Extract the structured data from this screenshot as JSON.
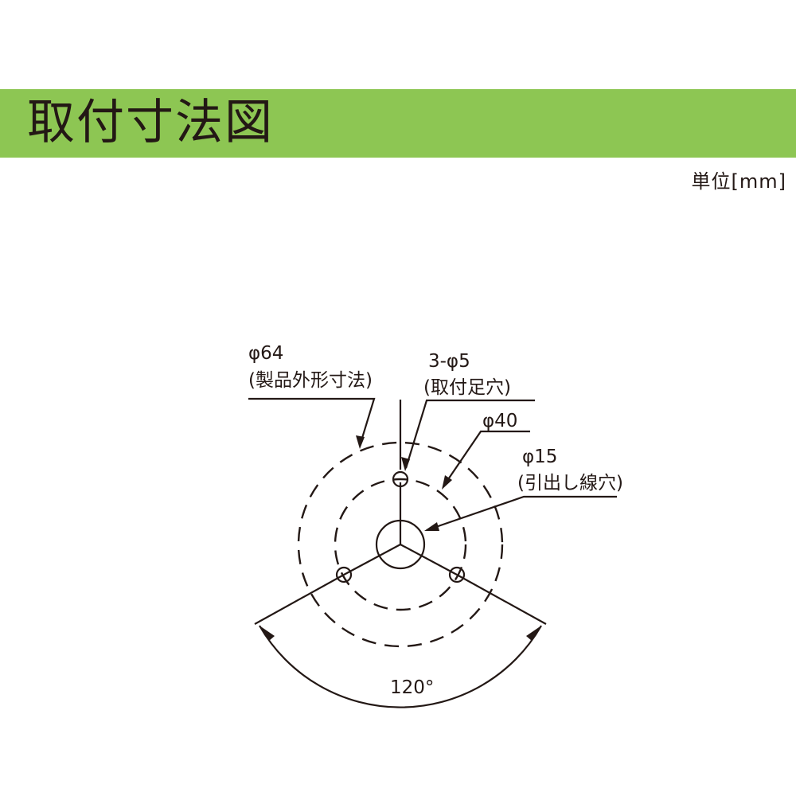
{
  "header": {
    "title": "取付寸法図",
    "bar_color": "#8dc653"
  },
  "unit": "単位[mm]",
  "callouts": {
    "outer_diameter": {
      "value": "φ64",
      "note": "(製品外形寸法)"
    },
    "mounting_holes": {
      "value": "3-φ5",
      "note": "(取付足穴)"
    },
    "pitch_diameter": {
      "value": "φ40"
    },
    "wire_hole": {
      "value": "φ15",
      "note": "(引出し線穴)"
    },
    "angle": {
      "value": "120°"
    }
  },
  "colors": {
    "line": "#231815",
    "text": "#231815"
  }
}
